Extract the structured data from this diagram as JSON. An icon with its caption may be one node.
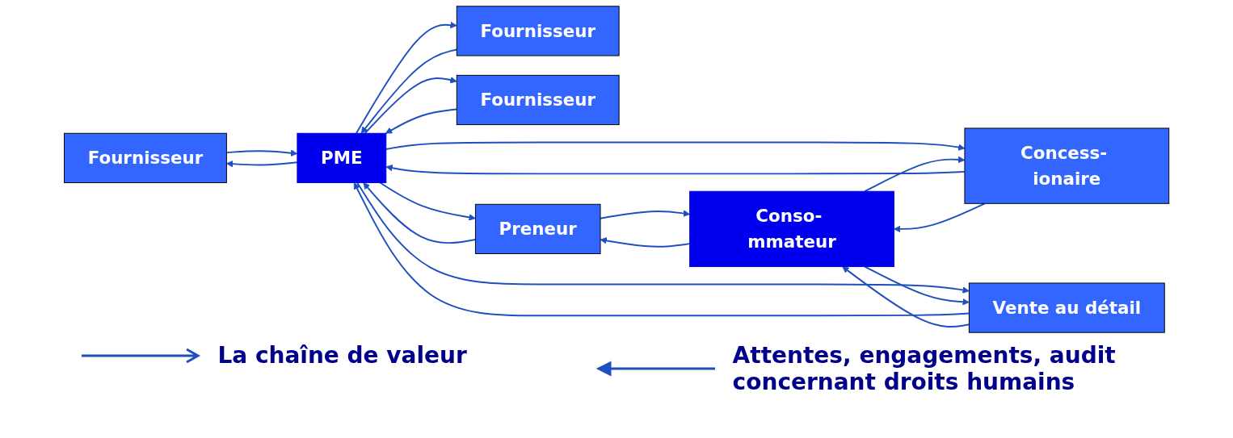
{
  "diagram": {
    "nodes": [
      {
        "text": [
          "Fournisseur"
        ]
      },
      {
        "text": [
          "Fournisseur"
        ]
      },
      {
        "text": [
          "Fournisseur"
        ]
      },
      {
        "text": [
          "PME"
        ]
      },
      {
        "text": [
          "Preneur"
        ]
      },
      {
        "text": [
          "Concess- ionaire"
        ]
      },
      {
        "text": [
          "Vente au détail"
        ]
      },
      {
        "text": [
          "Conso- mmateur"
        ]
      }
    ],
    "edges": [
      {
        "from": 0,
        "to": 3,
        "arrow": "to"
      },
      {
        "from": 3,
        "to": 0,
        "arrow": "to"
      },
      {
        "from": 1,
        "to": 3,
        "arrow": "to"
      },
      {
        "from": 3,
        "to": 1,
        "arrow": "to"
      },
      {
        "from": 2,
        "to": 3,
        "arrow": "to"
      },
      {
        "from": 3,
        "to": 2,
        "arrow": "to"
      },
      {
        "from": 3,
        "to": 4,
        "arrow": "to"
      },
      {
        "from": 4,
        "to": 3,
        "arrow": "to"
      },
      {
        "from": 3,
        "to": 5,
        "arrow": "to"
      },
      {
        "from": 5,
        "to": 3,
        "arrow": "to"
      },
      {
        "from": 3,
        "to": 6,
        "arrow": "to"
      },
      {
        "from": 6,
        "to": 3,
        "arrow": "to"
      },
      {
        "from": 4,
        "to": 7,
        "arrow": "to"
      },
      {
        "from": 7,
        "to": 4,
        "arrow": "to"
      },
      {
        "from": 5,
        "to": 7,
        "arrow": "to"
      },
      {
        "from": 7,
        "to": 5,
        "arrow": "to"
      },
      {
        "from": 6,
        "to": 7,
        "arrow": "to"
      },
      {
        "from": 7,
        "to": 6,
        "arrow": "to"
      }
    ],
    "legend": [
      {
        "text": "La chaîne de valeur"
      },
      {
        "text": "Attentes, engagements, audit concernant droits humains"
      }
    ]
  }
}
